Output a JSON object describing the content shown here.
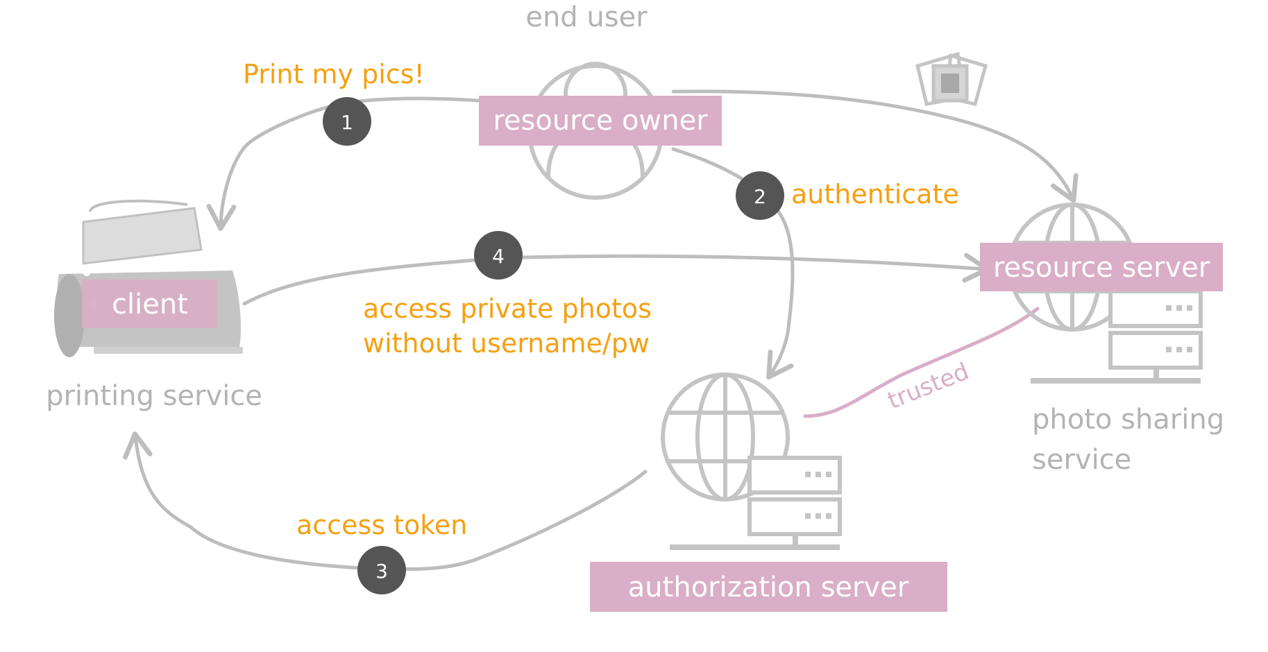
{
  "labels": {
    "end_user": "end user",
    "printing_service": "printing service",
    "photo_sharing_line1": "photo sharing",
    "photo_sharing_line2": "service",
    "trusted": "trusted"
  },
  "roles": {
    "resource_owner": "resource owner",
    "client": "client",
    "resource_server": "resource server",
    "authorization_server": "authorization server"
  },
  "steps": {
    "s1": {
      "number": "1",
      "text": "Print my pics!"
    },
    "s2": {
      "number": "2",
      "text": "authenticate"
    },
    "s3": {
      "number": "3",
      "text": "access token"
    },
    "s4": {
      "number": "4",
      "text_line1": "access private photos",
      "text_line2": "without username/pw"
    }
  },
  "colors": {
    "gray": "#bdbdbd",
    "orange": "#f5a011",
    "pink": "#d9aec6",
    "step_dark": "#555555"
  },
  "icons": [
    "user-icon",
    "printer-icon",
    "globe-server-icon",
    "photos-icon"
  ]
}
